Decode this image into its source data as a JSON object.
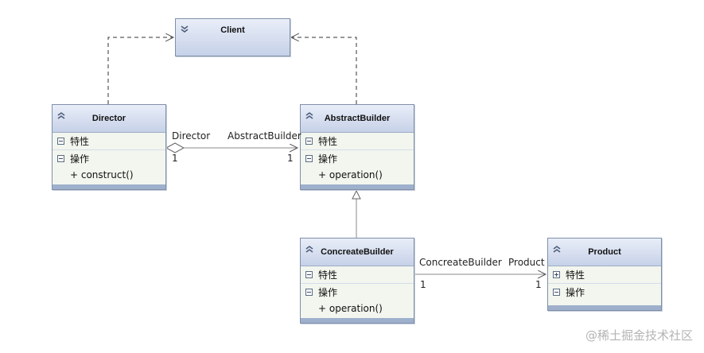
{
  "classes": {
    "client": {
      "name": "Client"
    },
    "director": {
      "name": "Director",
      "attr_label": "特性",
      "op_label": "操作",
      "ops": [
        "+ construct()"
      ]
    },
    "abstract_builder": {
      "name": "AbstractBuilder",
      "attr_label": "特性",
      "op_label": "操作",
      "ops": [
        "+ operation()"
      ]
    },
    "concrete_builder": {
      "name": "ConcreateBuilder",
      "attr_label": "特性",
      "op_label": "操作",
      "ops": [
        "+ operation()"
      ]
    },
    "product": {
      "name": "Product",
      "attr_label": "特性",
      "op_label": "操作"
    }
  },
  "associations": {
    "director_builder": {
      "source_role": "Director",
      "target_role": "AbstractBuilder",
      "source_mult": "1",
      "target_mult": "1"
    },
    "builder_product": {
      "source_role": "ConcreateBuilder",
      "target_role": "Product",
      "source_mult": "1",
      "target_mult": "1"
    }
  },
  "watermark": "@稀土掘金技术社区",
  "colors": {
    "header_top": "#e9eef8",
    "header_bottom": "#c6d1e8",
    "body": "#f2f6ee",
    "border": "#7f8faa",
    "line": "#666666"
  }
}
